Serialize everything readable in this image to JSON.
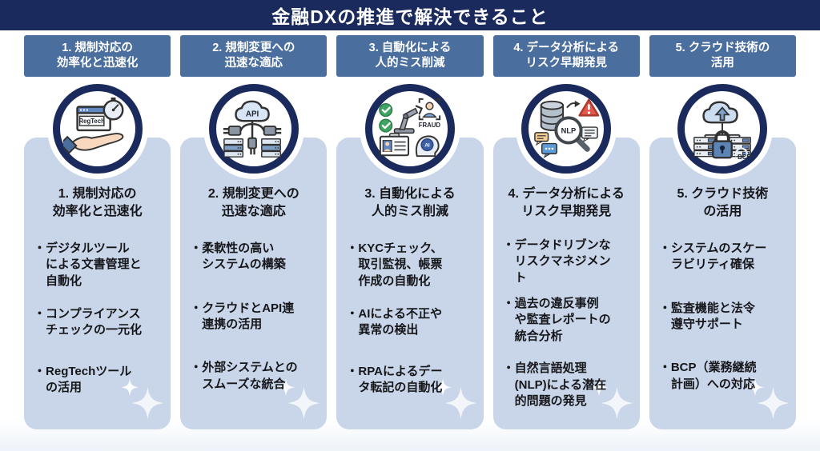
{
  "title": "金融DXの推進で解決できること",
  "bullet_char": "・",
  "colors": {
    "title_bar": "#1b2a5c",
    "column_header": "#4a6e9e",
    "card": "#c9d5e8",
    "circle_ring": "#1b2a5c",
    "warning_red": "#e4574a",
    "check_green": "#3fa361"
  },
  "columns": [
    {
      "header": "1. 規制対応の\n効率化と迅速化",
      "card_title": "1. 規制対応の\n効率化と迅速化",
      "icon": "regtech-hand-icon",
      "icon_label": "RegTech",
      "bullets": [
        "デジタルツール\nによる文書管理と\n自動化",
        "コンプライアンス\nチェックの一元化",
        "RegTechツール\nの活用"
      ]
    },
    {
      "header": "2. 規制変更への\n迅速な適応",
      "card_title": "2. 規制変更への\n迅速な適応",
      "icon": "api-cloud-icon",
      "icon_label": "API",
      "bullets": [
        "柔軟性の高い\nシステムの構築",
        "クラウドとAPI連\n連携の活用",
        "外部システムとの\nスムーズな統合"
      ]
    },
    {
      "header": "3. 自動化による\n人的ミス削減",
      "card_title": "3. 自動化による\n人的ミス削減",
      "icon": "automation-robot-icon",
      "icon_labels": {
        "fraud": "FRAUD",
        "ai": "AI"
      },
      "bullets": [
        "KYCチェック、\n取引監視、帳票\n作成の自動化",
        "AIによる不正や\n異常の検出",
        "RPAによるデー\nタ転記の自動化"
      ]
    },
    {
      "header": "4. データ分析による\nリスク早期発見",
      "card_title": "4. データ分析による\nリスク早期発見",
      "icon": "data-analysis-nlp-icon",
      "icon_label": "NLP",
      "bullets": [
        "データドリブンな\nリスクマネジメン\nト",
        "過去の違反事例\nや監査レポートの\n統合分析",
        "自然言語処理\n(NLP)による潜在\n的問題の発見"
      ]
    },
    {
      "header": "5. クラウド技術の\n活用",
      "card_title": "5. クラウド技術\nの活用",
      "icon": "cloud-bcp-lock-icon",
      "icon_label": "BCP",
      "bullets": [
        "システムのスケー\nラビリティ確保",
        "監査機能と法令\n遵守サポート",
        "BCP（業務継続\n計画）への対応"
      ]
    }
  ]
}
